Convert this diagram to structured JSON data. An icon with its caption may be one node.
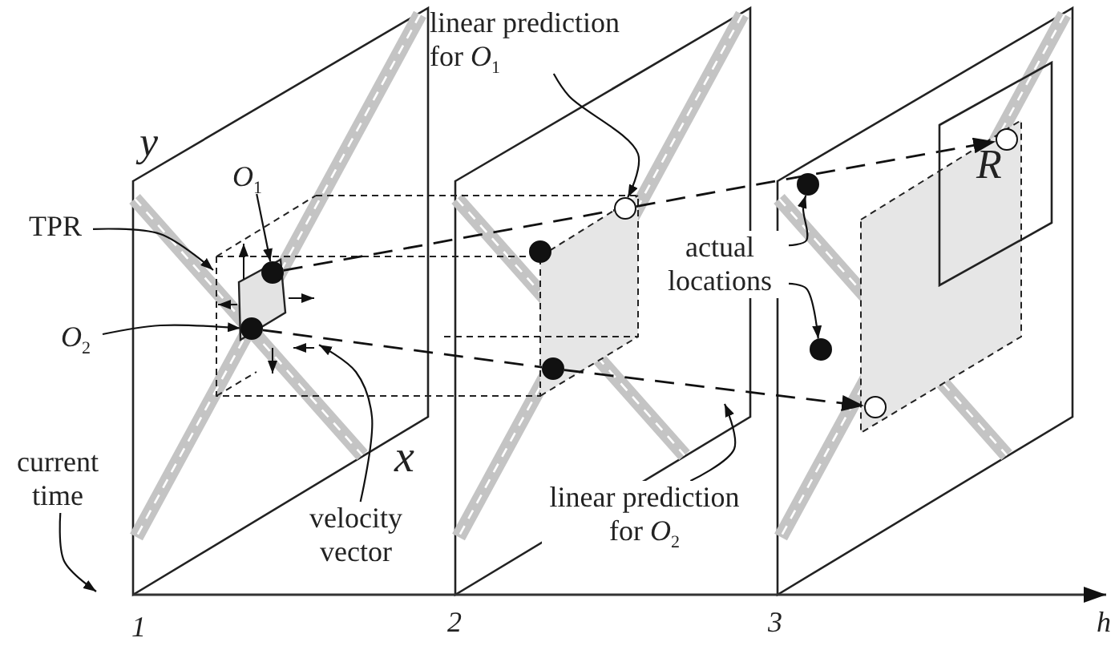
{
  "diagram": {
    "nodes": [
      {
        "text": [
          "linear prediction for *O*$_{1}$"
        ]
      },
      {
        "text": [
          "TPR"
        ]
      },
      {
        "text": [
          "*O*$_{1}$"
        ]
      },
      {
        "text": [
          "*O*$_{2}$"
        ]
      },
      {
        "text": [
          "current time"
        ]
      },
      {
        "text": [
          "velocity vector"
        ]
      },
      {
        "text": [
          "actual locations"
        ]
      },
      {
        "text": [
          "linear prediction for *O*$_{2}$"
        ]
      },
      {
        "text": [
          "R"
        ]
      },
      {
        "text": [],
        "shape": "box"
      },
      {
        "text": [],
        "shape": "circle",
        "in": 9
      },
      {
        "text": [],
        "shape": "circle",
        "in": 9
      },
      {
        "text": [],
        "shape": "circle"
      },
      {
        "text": [],
        "shape": "circle"
      },
      {
        "text": [],
        "shape": "circle"
      },
      {
        "text": [],
        "shape": "circle"
      },
      {
        "text": [],
        "shape": "circle"
      },
      {
        "text": [],
        "shape": "circle",
        "in": 8
      },
      {
        "text": [],
        "shape": "circle"
      }
    ],
    "edges": [
      {
        "from": 1,
        "to": 9,
        "arrow": "to"
      },
      {
        "from": 2,
        "to": 10,
        "arrow": "to"
      },
      {
        "from": 3,
        "to": 11,
        "arrow": "to"
      },
      {
        "from": 0,
        "to": 13,
        "arrow": "to"
      },
      {
        "from": 4,
        "to": null,
        "arrow": "to"
      },
      {
        "from": 5,
        "to": 9,
        "arrow": "to"
      },
      {
        "from": 6,
        "to": 15,
        "arrow": "to"
      },
      {
        "from": 6,
        "to": 16,
        "arrow": "to"
      },
      {
        "from": 7,
        "to": null,
        "arrow": "to"
      },
      {
        "from": 10,
        "to": 13,
        "arrow": "none",
        "style": "dashed"
      },
      {
        "from": 13,
        "to": 17,
        "arrow": "to",
        "style": "dashed"
      },
      {
        "from": 11,
        "to": 14,
        "arrow": "none",
        "style": "dashed"
      },
      {
        "from": 14,
        "to": 18,
        "arrow": "to",
        "style": "dashed"
      }
    ],
    "labels": [
      "y",
      "x",
      "1",
      "2",
      "3",
      "h"
    ]
  }
}
